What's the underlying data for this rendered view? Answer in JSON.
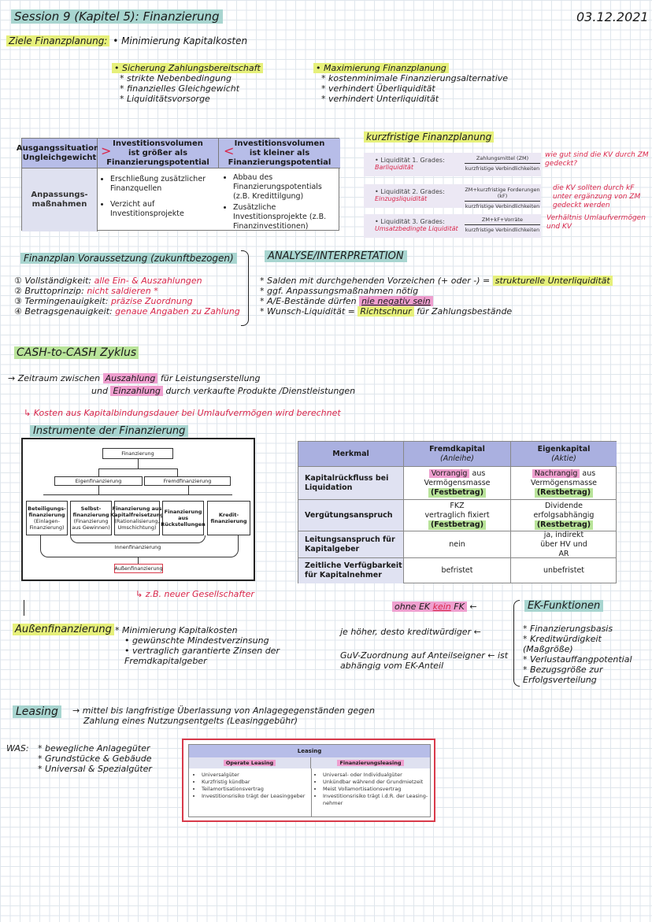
{
  "header": {
    "title": "Session 9 (Kapitel 5): Finanzierung",
    "date": "03.12.2021"
  },
  "ziele": {
    "label": "Ziele Finanzplanung:",
    "first": "• Minimierung Kapitalkosten",
    "left_head": "• Sicherung Zahlungsbereitschaft",
    "left_items": [
      "* strikte Nebenbedingung",
      "* finanzielles Gleichgewicht",
      "* Liquiditätsvorsorge"
    ],
    "right_head": "• Maximierung Finanzplanung",
    "right_items": [
      "* kostenminimale Finanzierungsalternative",
      "* verhindert Überliquidität",
      "* verhindert Unterliquidität"
    ]
  },
  "table1": {
    "h0": "Ausgangssituation: Ungleichgewicht",
    "h1": "Investitionsvolumen ist größer als Finanzierungspotential",
    "h2": "Investitionsvolumen ist kleiner als Finanzierungspotential",
    "sym1": ">",
    "sym2": "<",
    "row_label": "Anpassungs-maßnahmen",
    "c1": [
      "Erschließung zusätzlicher Finanzquellen",
      "Verzicht auf Investitionsprojekte"
    ],
    "c2": [
      "Abbau des Finanzierungspotentials (z.B. Kredittilgung)",
      "Zusätzliche Investitionsprojekte (z.B. Finanzinvestitionen)"
    ]
  },
  "kurzfristig": {
    "title": "kurzfristige Finanzplanung",
    "items": [
      {
        "name": "Liquidität 1. Grades:",
        "sub": "Barliquidität",
        "num": "Zahlungsmittel (ZM)",
        "den": "kurzfristige Verbindlichkeiten",
        "note": "wie gut sind die KV durch ZM gedeckt?"
      },
      {
        "name": "Liquidität 2. Grades:",
        "sub": "Einzugsliquidität",
        "num": "ZM+kurzfristige Forderungen (kF)",
        "den": "kurzfristige Verbindlichkeiten",
        "note": "die KV sollten durch kF unter ergänzung von ZM gedeckt werden"
      },
      {
        "name": "Liquidität 3. Grades:",
        "sub": "Umsatzbedingte Liquidität",
        "num": "ZM+kF+Vorräte",
        "den": "kurzfristige Verbindlichkeiten",
        "note": "Verhältnis Umlaufvermögen und KV"
      }
    ]
  },
  "finanzplan": {
    "title": "Finanzplan Voraussetzung (zukunftbezogen)",
    "items": [
      {
        "n": "① Vollständigkeit:",
        "v": "alle Ein- & Auszahlungen"
      },
      {
        "n": "② Bruttoprinzip:",
        "v": "nicht saldieren *"
      },
      {
        "n": "③ Termingenauigkeit:",
        "v": "präzise Zuordnung"
      },
      {
        "n": "④ Betragsgenauigkeit:",
        "v": "genaue Angaben zu Zahlung"
      }
    ]
  },
  "analyse": {
    "title": "ANALYSE/INTERPRETATION",
    "l1": "* Salden mit durchgehenden Vorzeichen (+ oder -) =",
    "l1h": "strukturelle Unterliquidität",
    "l2": "* ggf. Anpassungsmaßnahmen nötig",
    "l3a": "* A/E-Bestände dürfen",
    "l3b": "nie negativ sein",
    "l4a": "* Wunsch-Liquidität =",
    "l4b": "Richtschnur",
    "l4c": "für Zahlungsbestände"
  },
  "cash": {
    "title": "CASH-to-CASH Zyklus",
    "l1a": "→ Zeitraum zwischen",
    "l1b": "Auszahlung",
    "l1c": "für Leistungserstellung",
    "l2a": "und",
    "l2b": "Einzahlung",
    "l2c": "durch verkaufte Produkte /Dienstleistungen",
    "l3": "↳ Kosten aus Kapitalbindungsdauer bei Umlaufvermögen wird berechnet"
  },
  "instrumente": {
    "title": "Instrumente der Finanzierung",
    "finanzierung": "Finanzierung",
    "eigen": "Eigenfinanzierung",
    "fremd": "Fremdfinanzierung",
    "b1": "Beteiligungs-finanzierung",
    "b1s": "(Einlagen-Finanzierung)",
    "b2": "Selbst-finanzierung",
    "b2s": "(Finanzierung aus Gewinnen)",
    "b3": "Finanzierung aus Kapitalfreisetzung",
    "b3s": "(Rationalisierung, Umschichtung)",
    "b4": "Finanzierung aus Rückstellungen",
    "b5": "Kredit-finanzierung",
    "innen": "Innenfinanzierung",
    "aussen": "Außenfinanzierung",
    "note": "↳ z.B. neuer Gesellschafter"
  },
  "table2": {
    "merkmal": "Merkmal",
    "fk": "Fremdkapital",
    "fk_sub": "(Anleihe)",
    "ek": "Eigenkapital",
    "ek_sub": "(Aktie)",
    "rows": [
      {
        "l": "Kapitalrückfluss bei Liquidation",
        "a1": "Vorrangig",
        "a2": "aus Vermögensmasse",
        "a3": "(Festbetrag)",
        "b1": "Nachrangig",
        "b2": "aus Vermögensmasse",
        "b3": "(Restbetrag)"
      },
      {
        "l": "Vergütungsanspruch",
        "a1": "FKZ",
        "a2": "vertraglich fixiert",
        "a3": "(Festbetrag)",
        "b1": "Dividende",
        "b2": "erfolgsabhängig",
        "b3": "(Restbetrag)"
      },
      {
        "l": "Leitungsanspruch für Kapitalgeber",
        "a": "nein",
        "b": "ja, indirekt über HV und AR"
      },
      {
        "l": "Zeitliche Verfügbarkeit für Kapitalnehmer",
        "a": "befristet",
        "b": "unbefristet"
      }
    ]
  },
  "ek": {
    "ohne": "ohne EK",
    "kein": "kein",
    "fk": "FK",
    "title": "EK-Funktionen",
    "left1": "je höher, desto kreditwürdiger ←",
    "left2": "GuV-Zuordnung auf Anteilseigner ← ist abhängig vom EK-Anteil",
    "funcs": [
      "* Finanzierungsbasis",
      "* Kreditwürdigkeit (Maßgröße)",
      "* Verlustauffangpotential",
      "* Bezugsgröße zur Erfolgsverteilung"
    ]
  },
  "aussen": {
    "title": "Außenfinanzierung",
    "items": [
      "* Minimierung Kapitalkosten",
      "• gewünschte Mindestverzinsung",
      "• vertraglich garantierte Zinsen der Fremdkapitalgeber"
    ]
  },
  "leasing": {
    "title": "Leasing",
    "desc1": "→ mittel bis langfristige Überlassung von Anlagegegenständen gegen",
    "desc2": "Zahlung eines Nutzungsentgelts (Leasinggebühr)",
    "was": "WAS:",
    "was_items": [
      "* bewegliche Anlagegüter",
      "* Grundstücke & Gebäude",
      "* Universal & Spezialgüter"
    ],
    "table_title": "Leasing",
    "op": "Operate Leasing",
    "fin": "Finanzierungsleasing",
    "op_items": [
      "Universalgüter",
      "Kurzfristig kündbar",
      "Teilamortisationsvertrag",
      "Investitionsrisiko trägt der Leasinggeber"
    ],
    "fin_items": [
      "Universal- oder Individualgüter",
      "Unkündbar während der Grundmietzeit",
      "Meist Vollamortisationsvertrag",
      "Investitionsrisiko trägt i.d.R. der Leasing-nehmer"
    ]
  }
}
